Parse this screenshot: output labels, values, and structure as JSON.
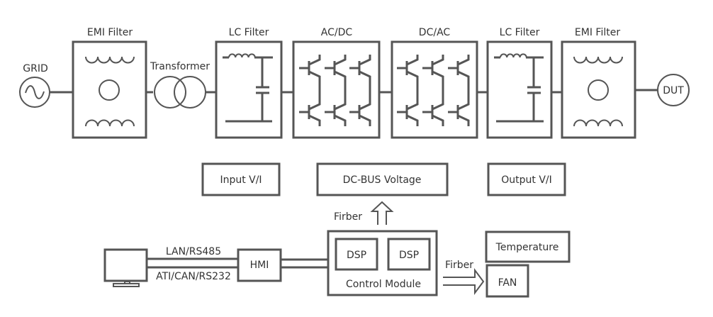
{
  "diagram": {
    "power_chain": {
      "grid": {
        "label": "GRID",
        "icon": "ac-source-icon"
      },
      "emi_filter_in": {
        "label": "EMI Filter"
      },
      "transformer": {
        "label": "Transformer"
      },
      "lc_filter_in": {
        "label": "LC Filter"
      },
      "ac_dc": {
        "label": "AC/DC"
      },
      "dc_ac": {
        "label": "DC/AC"
      },
      "lc_filter_out": {
        "label": "LC Filter"
      },
      "emi_filter_out": {
        "label": "EMI Filter"
      },
      "dut": {
        "label": "DUT"
      }
    },
    "measurements": {
      "input_vi": "Input V/I",
      "dc_bus_voltage": "DC-BUS Voltage",
      "output_vi": "Output V/I"
    },
    "control": {
      "fiber_up_label": "Firber",
      "fiber_right_label": "Firber",
      "control_module": "Control Module",
      "dsp_1": "DSP",
      "dsp_2": "DSP",
      "hmi": "HMI",
      "link_top": "LAN/RS485",
      "link_bottom": "ATI/CAN/RS232",
      "temperature": "Temperature",
      "fan": "FAN",
      "pc_icon": "monitor-icon"
    },
    "colors": {
      "stroke": "#555555",
      "text": "#333333",
      "background": "#ffffff"
    }
  }
}
